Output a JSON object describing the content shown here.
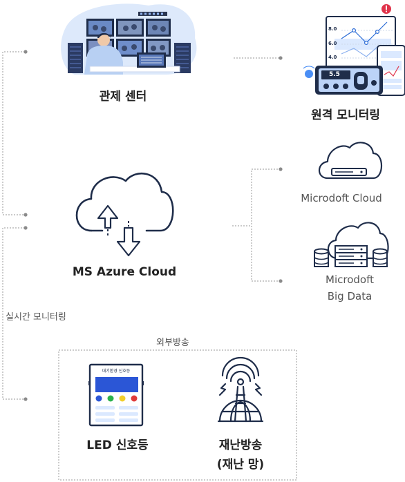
{
  "nodes": {
    "control_center": {
      "label": "관제 센터"
    },
    "remote_monitoring": {
      "label": "원격 모니터링",
      "gauge_value": "5.5",
      "chart_ticks": [
        "8.0",
        "6.0",
        "4.0"
      ]
    },
    "azure": {
      "label": "MS Azure Cloud"
    },
    "ms_cloud": {
      "label": "Microdoft Cloud"
    },
    "ms_bigdata": {
      "label_line1": "Microdoft",
      "label_line2": "Big Data"
    },
    "led": {
      "label": "LED 신호등",
      "panel_title": "대기환경 신호등"
    },
    "broadcast": {
      "label_line1": "재난방송",
      "label_line2": "(재난 망)"
    }
  },
  "connections": {
    "realtime_label": "실시간 모니터링",
    "external_box_label": "외부방송"
  },
  "colors": {
    "line": "#aaaaaa",
    "navy": "#1f2d4a",
    "accent_blue": "#2a6bd6",
    "light_blue": "#dbe9ff",
    "led_red": "#e03a3a",
    "led_yellow": "#f2cf2b",
    "led_green": "#2bb24c",
    "led_blue": "#2b56d6"
  }
}
